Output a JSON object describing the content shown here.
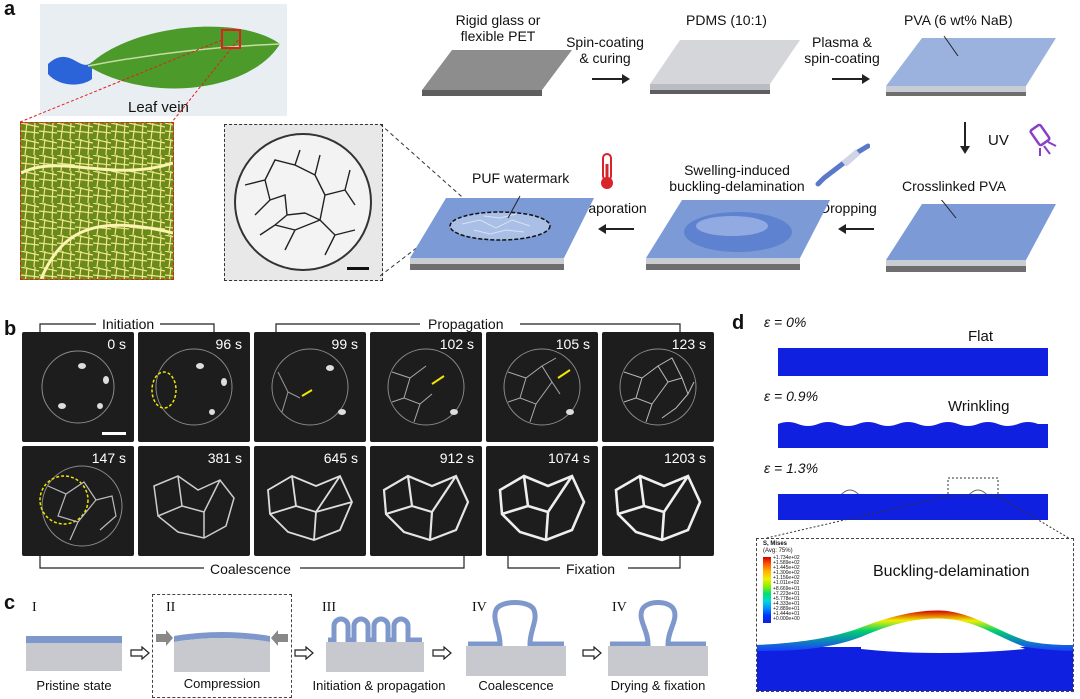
{
  "panel_a": {
    "label": "a",
    "leaf_vein": "Leaf vein",
    "step1": "Rigid glass or flexible PET",
    "step1_line1": "Rigid glass or",
    "step1_line2": "flexible PET",
    "arrow1_line1": "Spin-coating",
    "arrow1_line2": "& curing",
    "step2": "PDMS (10:1)",
    "arrow2_line1": "Plasma &",
    "arrow2_line2": "spin-coating",
    "step3": "PVA (6 wt% NaB)",
    "uv": "UV",
    "step4": "Crosslinked PVA",
    "dropping": "Dropping",
    "step5_line1": "Swelling-induced",
    "step5_line2": "buckling-delamination",
    "evaporation": "Evaporation",
    "step6": "PUF watermark"
  },
  "panel_b": {
    "label": "b",
    "bracket_initiation": "Initiation",
    "bracket_propagation": "Propagation",
    "bracket_coalescence": "Coalescence",
    "bracket_fixation": "Fixation",
    "times_row1": [
      "0 s",
      "96 s",
      "99 s",
      "102 s",
      "105 s",
      "123 s"
    ],
    "times_row2": [
      "147 s",
      "381 s",
      "645 s",
      "912 s",
      "1074 s",
      "1203 s"
    ]
  },
  "panel_c": {
    "label": "c",
    "stages": [
      {
        "roman": "I",
        "caption": "Pristine state"
      },
      {
        "roman": "II",
        "caption": "Compression"
      },
      {
        "roman": "III",
        "caption": "Initiation & propagation"
      },
      {
        "roman": "IV",
        "caption": "Coalescence"
      },
      {
        "roman": "IV",
        "caption": "Drying & fixation"
      }
    ]
  },
  "panel_d": {
    "label": "d",
    "strains": [
      {
        "eps": "ε = 0%",
        "state": "Flat"
      },
      {
        "eps": "ε = 0.9%",
        "state": "Wrinkling"
      },
      {
        "eps": "ε = 1.3%",
        "state": ""
      }
    ],
    "fem_title": "Buckling-delamination",
    "legend_header_1": "S, Mises",
    "legend_header_2": "(Avg: 75%)",
    "legend_values": [
      "+1.734e+02",
      "+1.589e+02",
      "+1.445e+02",
      "+1.300e+02",
      "+1.156e+02",
      "+1.011e+02",
      "+8.669e+01",
      "+7.223e+01",
      "+5.778e+01",
      "+4.333e+01",
      "+2.889e+01",
      "+1.444e+01",
      "+0.000e+00"
    ]
  },
  "colors": {
    "pva_blue": "#8fa7d6",
    "pdms_gray": "#c9ccd2",
    "substrate_dark": "#6e6e6e",
    "fem_blue": "#1020e0",
    "leaf_green": "#6e8f1c",
    "highlight_yellow": "#f2e600",
    "uv_purple": "#8a3fc8",
    "thermo_red": "#d8232a"
  },
  "icons": [
    "hand-icon",
    "thermometer-icon",
    "pipette-icon",
    "uv-lamp-icon",
    "arrow-right-icon",
    "arrow-down-icon",
    "arrow-left-icon"
  ]
}
